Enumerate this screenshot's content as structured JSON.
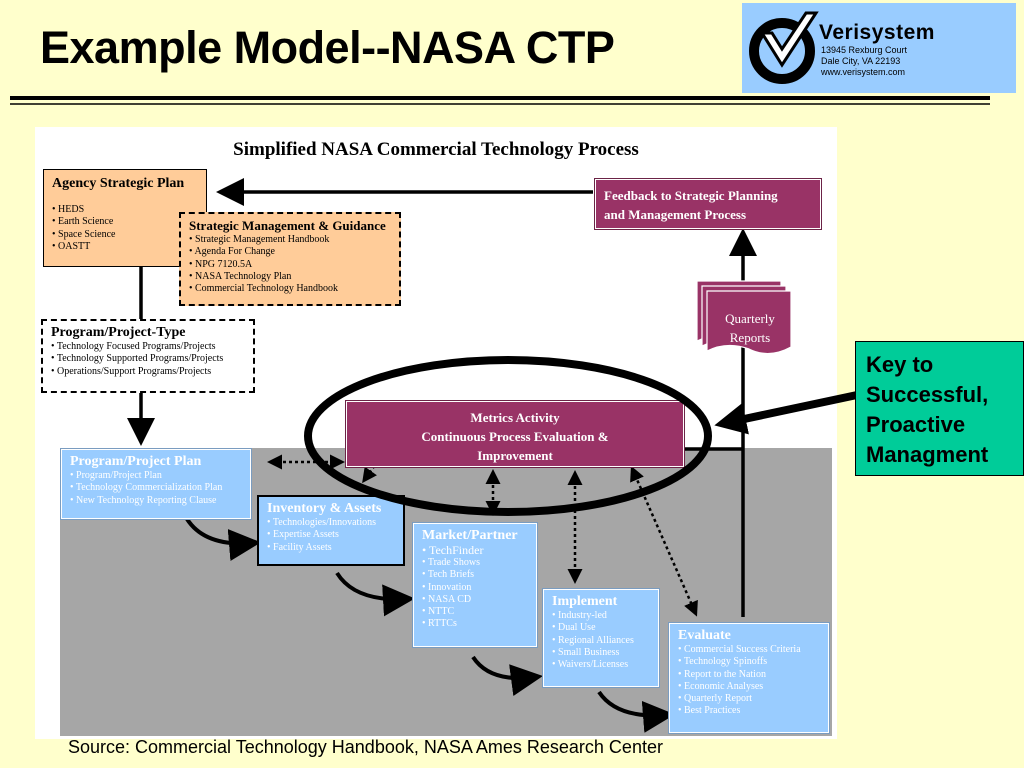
{
  "title": "Example Model--NASA CTP",
  "logo": {
    "brand": "Verisystem",
    "address_line1": "13945 Rexburg Court",
    "address_line2": "Dale City, VA  22193",
    "address_line3": "www.verisystem.com"
  },
  "diagram": {
    "title": "Simplified NASA Commercial Technology Process",
    "agency_plan": {
      "heading": "Agency Strategic Plan",
      "items": [
        "HEDS",
        "Earth Science",
        "Space Science",
        "OASTT"
      ]
    },
    "strategic_mgmt": {
      "heading": "Strategic Management & Guidance",
      "items": [
        "Strategic Management Handbook",
        "Agenda For Change",
        "NPG 7120.5A",
        "NASA Technology Plan",
        "Commercial Technology Handbook"
      ]
    },
    "program_type": {
      "heading": "Program/Project-Type",
      "items": [
        "Technology Focused Programs/Projects",
        "Technology Supported Programs/Projects",
        "Operations/Support Programs/Projects"
      ]
    },
    "feedback": {
      "line1": "Feedback to Strategic Planning",
      "line2": "and Management Process"
    },
    "quarterly": {
      "line1": "Quarterly",
      "line2": "Reports"
    },
    "metrics": {
      "line1": "Metrics Activity",
      "line2": "Continuous Process Evaluation &",
      "line3": "Improvement"
    },
    "program_plan": {
      "heading": "Program/Project Plan",
      "items": [
        "Program/Project Plan",
        "Technology Commercialization Plan",
        "New Technology Reporting Clause"
      ]
    },
    "inventory": {
      "heading": "Inventory & Assets",
      "items": [
        "Technologies/Innovations",
        "Expertise Assets",
        "Facility Assets"
      ]
    },
    "market": {
      "heading": "Market/Partner",
      "items": [
        "TechFinder",
        "Trade Shows",
        "Tech Briefs",
        "Innovation",
        "NASA CD",
        "NTTC",
        "RTTCs"
      ]
    },
    "implement": {
      "heading": "Implement",
      "items": [
        "Industry-led",
        "Dual Use",
        "Regional Alliances",
        "Small Business",
        "Waivers/Licenses"
      ]
    },
    "evaluate": {
      "heading": "Evaluate",
      "items": [
        "Commercial Success Criteria",
        "Technology Spinoffs",
        "Report to the Nation",
        "Economic Analyses",
        "Quarterly Report",
        "Best Practices"
      ]
    }
  },
  "key_box": {
    "line1": "Key to",
    "line2": "Successful,",
    "line3": "Proactive",
    "line4": "Managment"
  },
  "source": "Source:  Commercial Technology Handbook, NASA Ames Research Center",
  "colors": {
    "background": "#ffffcc",
    "orange_box": "#ffcc99",
    "blue_box": "#99ccff",
    "maroon_box": "#993366",
    "key_box": "#00cc99",
    "gray_area": "#a6a6a6",
    "logo_bg": "#99ccff"
  }
}
